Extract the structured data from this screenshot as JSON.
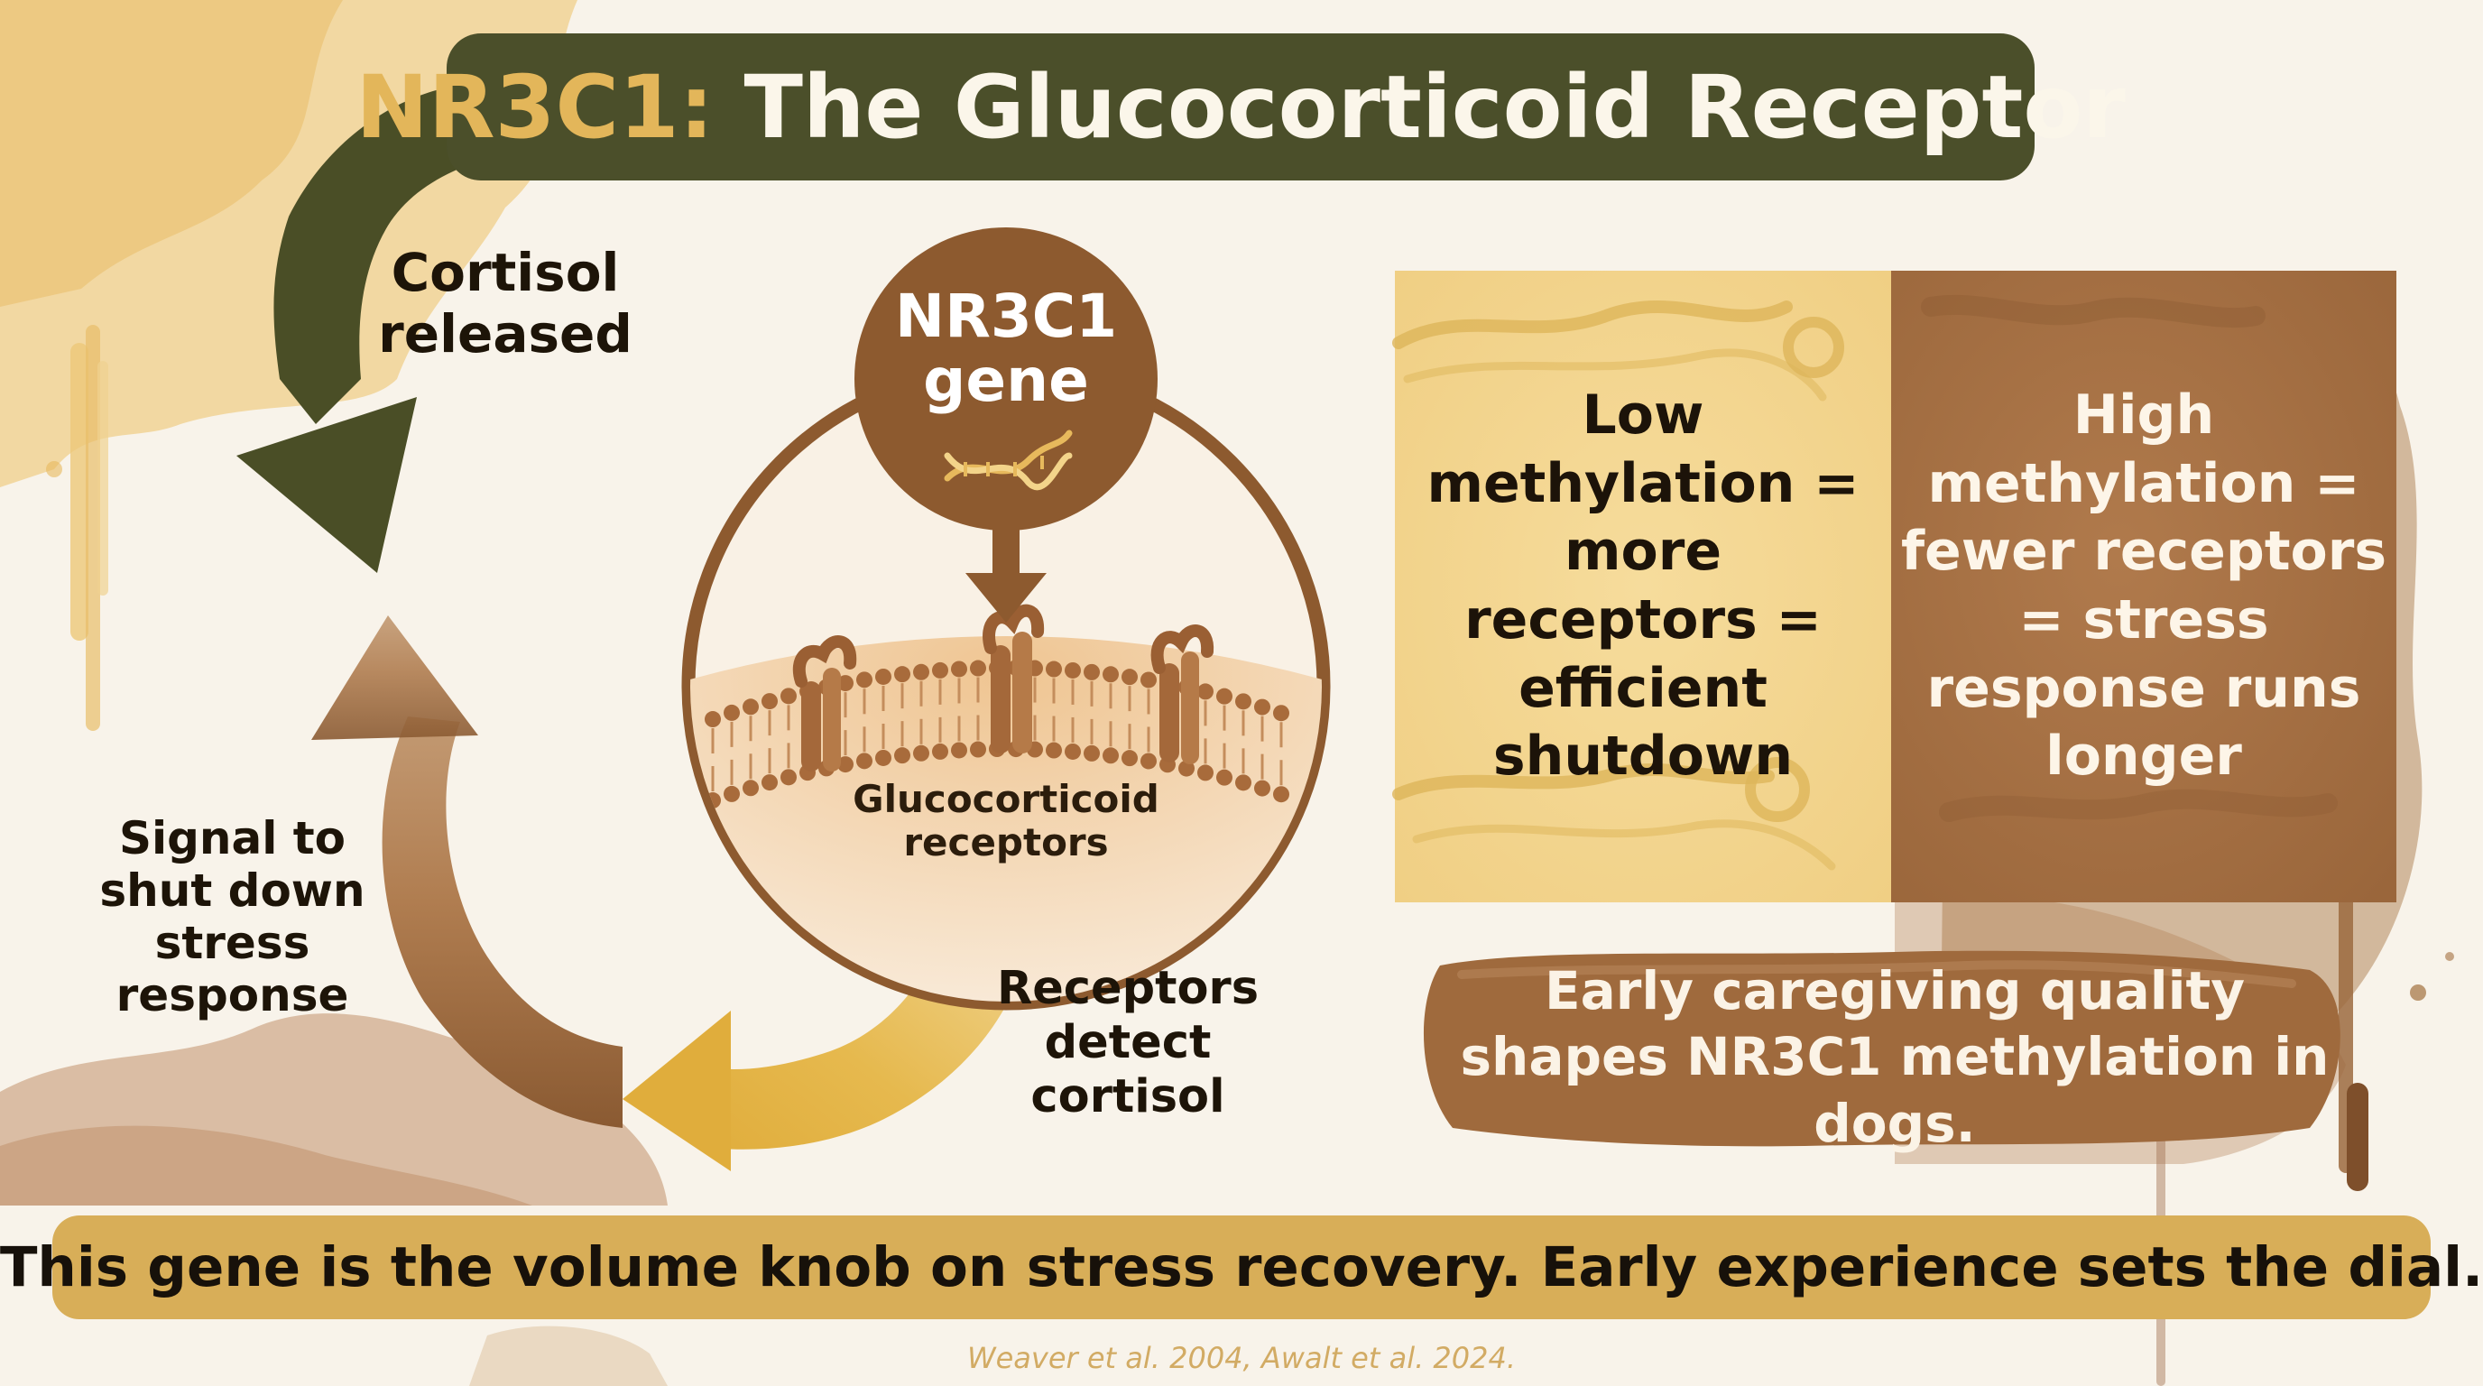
{
  "title": {
    "prefix": "NR3C1:",
    "main": "The Glucocorticoid Receptor"
  },
  "cycle": {
    "cortisol_released": "Cortisol released",
    "gene_label": "NR3C1 gene",
    "membrane_label": "Glucocorticoid receptors",
    "receptors_detect": "Receptors detect cortisol",
    "signal_shutdown": "Signal to shut down stress response"
  },
  "panels": {
    "low": "Low methylation = more receptors = efficient shutdown",
    "high": "High methylation = fewer receptors = stress response runs longer"
  },
  "caregiving_note": "Early caregiving quality shapes NR3C1 methylation in dogs.",
  "banner": "This gene is the volume knob on stress recovery. Early experience sets the dial.",
  "citation": "Weaver et al. 2004, Awalt et al. 2024.",
  "icons": [
    "dna-icon",
    "down-arrow-icon",
    "cycle-arrow-icons"
  ],
  "colors": {
    "title_bg": "#4b4f2a",
    "title_accent": "#e3b65a",
    "arrow_olive": "#4a4e26",
    "arrow_brown": "#8a5a32",
    "arrow_gold": "#e3b64e",
    "gene_circle": "#8d5a2f",
    "panel_low": "#f4d590",
    "panel_high": "#a8744a",
    "banner_bg": "#d8ae58"
  }
}
